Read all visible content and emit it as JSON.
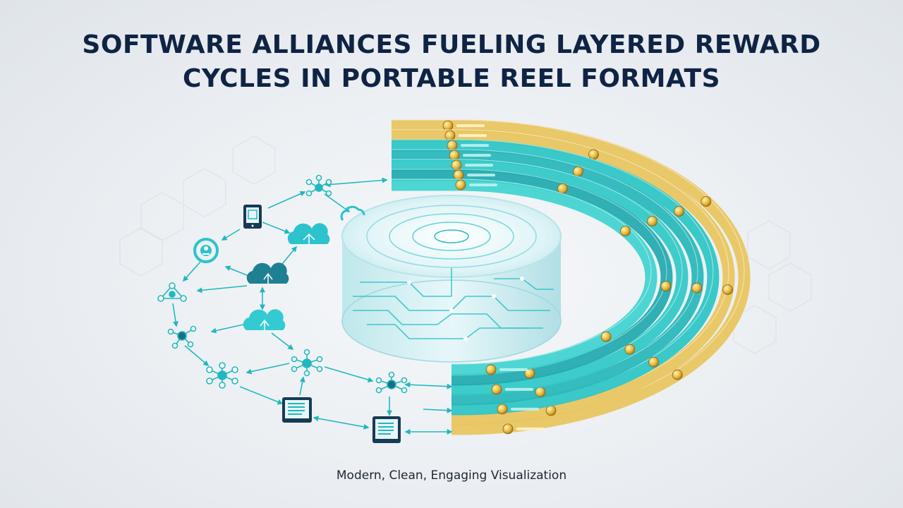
{
  "title": {
    "line1": "SOFTWARE ALLIANCES FUELING LAYERED REWARD",
    "line2": "CYCLES IN PORTABLE REEL FORMATS"
  },
  "subtitle": "Modern, Clean, Engaging Visualization",
  "colors": {
    "title": "#0f2444",
    "teal": "#2bc4c4",
    "teal_dark": "#1a9aa6",
    "gold": "#e8c45c",
    "network_stroke": "#20b8bf",
    "device_frame": "#163b54"
  },
  "network": {
    "nodes": [
      {
        "id": "hub-top",
        "icon": "network-hub-icon"
      },
      {
        "id": "tablet-top",
        "icon": "tablet-icon"
      },
      {
        "id": "cloud-upper",
        "icon": "cloud-icon"
      },
      {
        "id": "cloud-arc",
        "icon": "cloud-icon"
      },
      {
        "id": "gear-node",
        "icon": "gear-node-icon"
      },
      {
        "id": "cloud-mid",
        "icon": "cloud-upload-icon"
      },
      {
        "id": "hub-left",
        "icon": "network-hub-icon"
      },
      {
        "id": "cloud-lower",
        "icon": "cloud-icon"
      },
      {
        "id": "hub-left-low",
        "icon": "network-hub-icon"
      },
      {
        "id": "hub-center-low",
        "icon": "network-hub-icon"
      },
      {
        "id": "hub-bottom-left",
        "icon": "network-hub-icon"
      },
      {
        "id": "hub-bottom-right",
        "icon": "network-hub-icon"
      },
      {
        "id": "tablet-bottom-left",
        "icon": "tablet-list-icon"
      },
      {
        "id": "tablet-bottom-right",
        "icon": "tablet-list-icon"
      }
    ]
  },
  "reels": {
    "band_colors": [
      "#e8c45c",
      "#e8c45c",
      "#2bc4c4",
      "#26b6b8",
      "#2fc9c6",
      "#1fa9ae",
      "#3fd3cf"
    ]
  }
}
